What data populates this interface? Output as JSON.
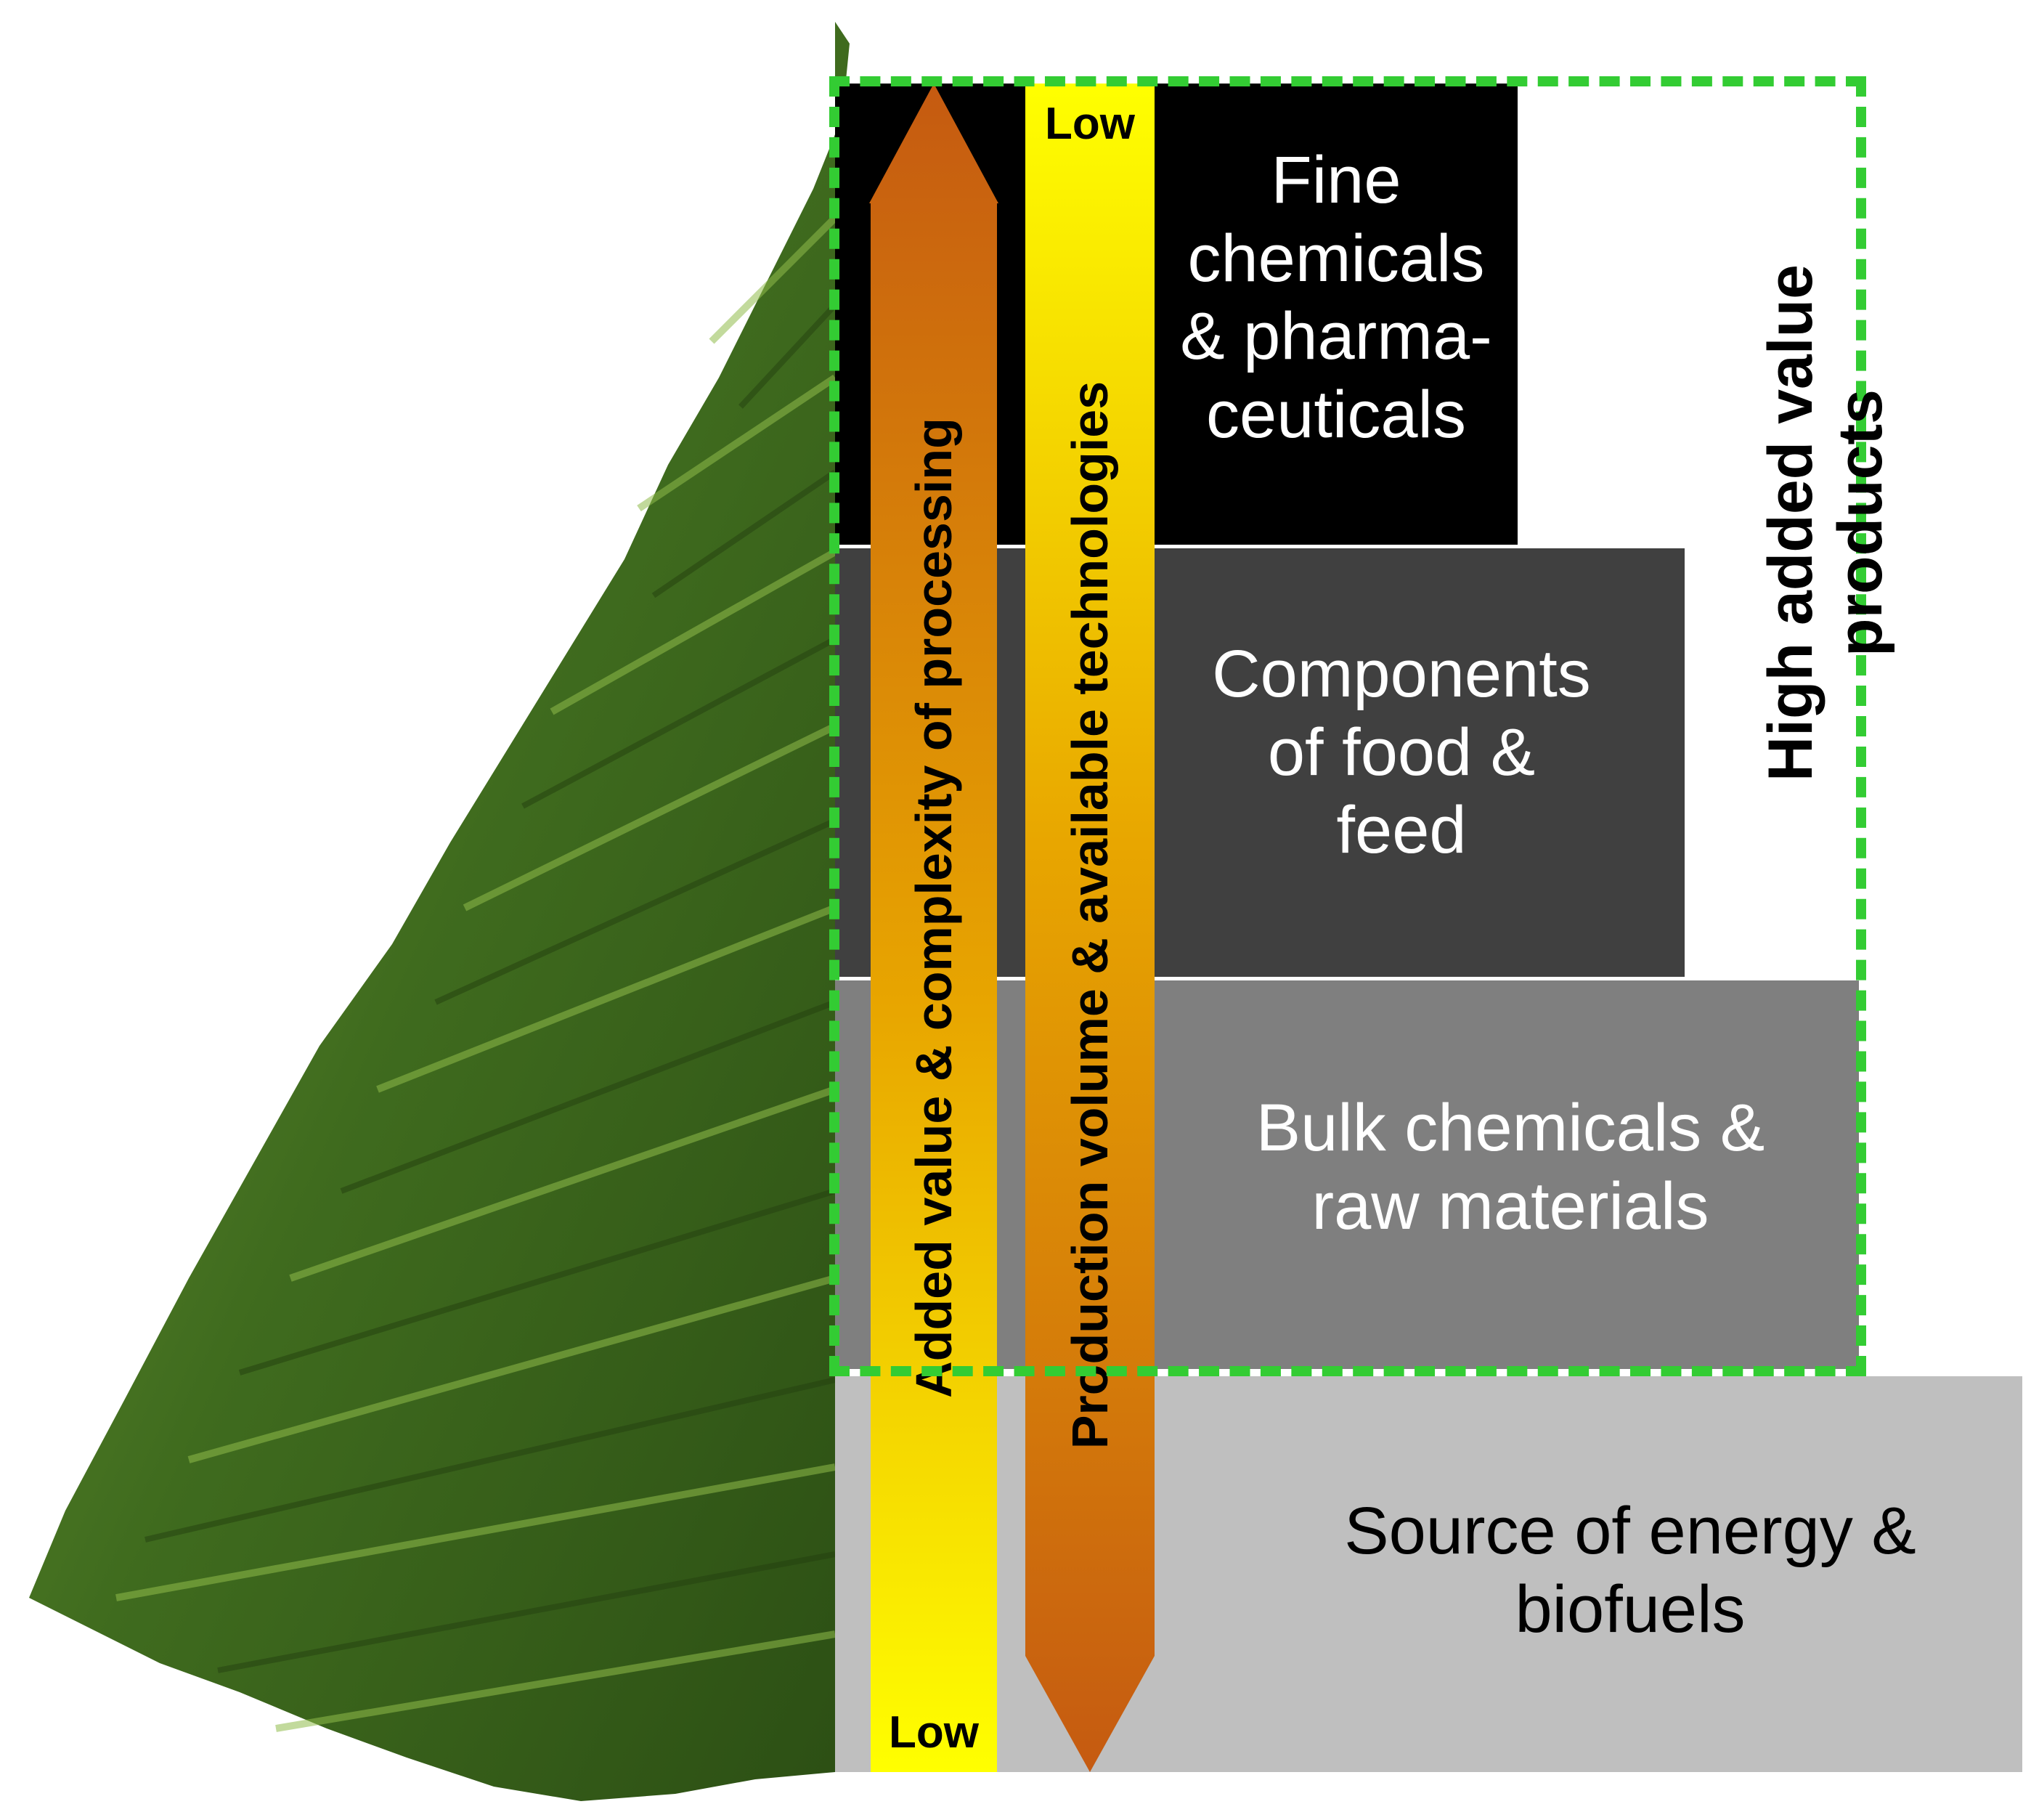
{
  "diagram": {
    "tiers": [
      {
        "id": "fine",
        "label": "Fine chemicals & pharma-ceuticals",
        "lines": [
          "Fine",
          "chemicals",
          "& pharma-",
          "ceuticals"
        ],
        "fill": "#000000",
        "text_color": "#ffffff"
      },
      {
        "id": "food",
        "label": "Components of food & feed",
        "lines": [
          "Components",
          "of food &",
          "feed"
        ],
        "fill": "#404040",
        "text_color": "#ffffff"
      },
      {
        "id": "bulk",
        "label": "Bulk chemicals & raw materials",
        "lines": [
          "Bulk chemicals &",
          "raw materials"
        ],
        "fill": "#7f7f7f",
        "text_color": "#ffffff"
      },
      {
        "id": "energy",
        "label": "Source of energy & biofuels",
        "lines": [
          "Source of energy &",
          "biofuels"
        ],
        "fill": "#bfbfbf",
        "text_color": "#000000"
      }
    ],
    "arrows": [
      {
        "id": "added-value",
        "label": "Added value & complexity of processing",
        "end_label": "Low",
        "direction": "up"
      },
      {
        "id": "production-volume",
        "label": "Production volume & available technologies",
        "end_label": "Low",
        "direction": "down"
      }
    ],
    "group": {
      "label": "High added value products",
      "lines": [
        "High added value",
        "products"
      ],
      "border_color": "#33cc33"
    },
    "colors": {
      "arrow_orange": "#c55a11",
      "arrow_yellow": "#ffff00"
    }
  }
}
